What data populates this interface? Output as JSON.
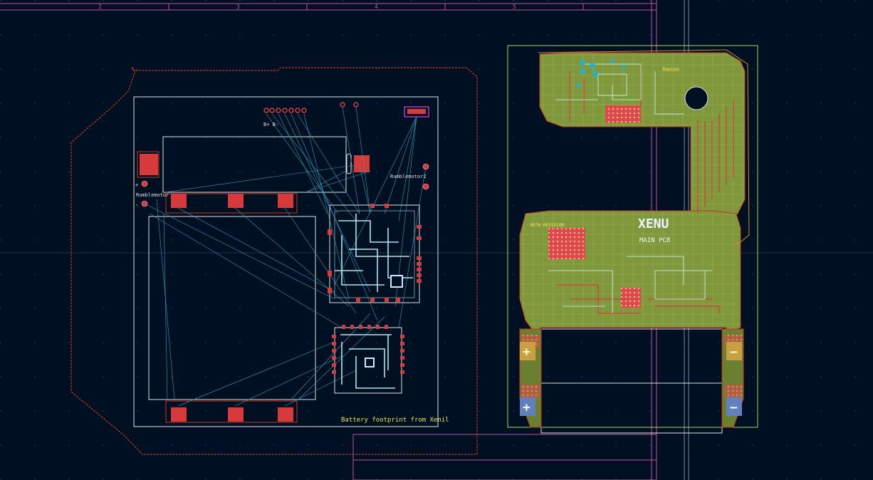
{
  "sheet": {
    "column_numbers": [
      "2",
      "3",
      "4",
      "5"
    ]
  },
  "left_board": {
    "label_rumble1": "Rumblemotor",
    "label_rumble2": "Rumblemotor2",
    "label_connector": "B+ B-",
    "footnote": "Battery footprint from Xenil",
    "pin_plus": "+",
    "pin_minus": "-"
  },
  "right_board": {
    "silk_title": "XENU",
    "silk_subtitle": "MAIN PCB",
    "silk_beta": "BETA REVISION",
    "silk_top": "Xenon",
    "pad_plus": "+",
    "pad_minus": "−"
  },
  "colors": {
    "background": "#001023",
    "sheet_border": "#c84fa6",
    "edge_cuts": "#c8341f",
    "courtyard": "#e0e0e0",
    "ratsnest": "#2ea0b8",
    "board_fill": "#7f9b3c",
    "copper_front": "#d63a3a",
    "silk": "#f0e24a"
  }
}
